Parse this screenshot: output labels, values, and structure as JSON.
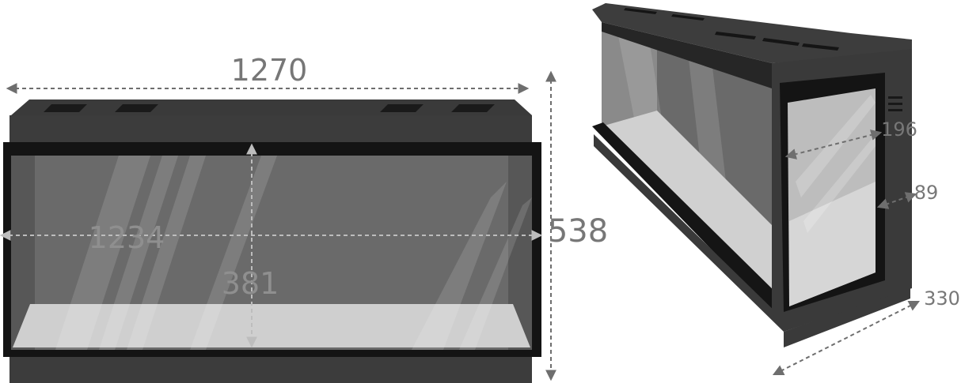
{
  "front_view": {
    "overall_width": "1270",
    "overall_height": "538",
    "inner_width": "1234",
    "inner_height": "381"
  },
  "side_view": {
    "depth": "330",
    "frame_width": "196",
    "frame_depth": "89"
  },
  "colors": {
    "frame": "#3c3c3c",
    "frame_dark": "#1c1c1c",
    "glass": "#6b6b6b",
    "floor": "#d2d2d2",
    "dimension_text": "#8a8a8a",
    "dimension_arrow": "#6e6e6e"
  }
}
